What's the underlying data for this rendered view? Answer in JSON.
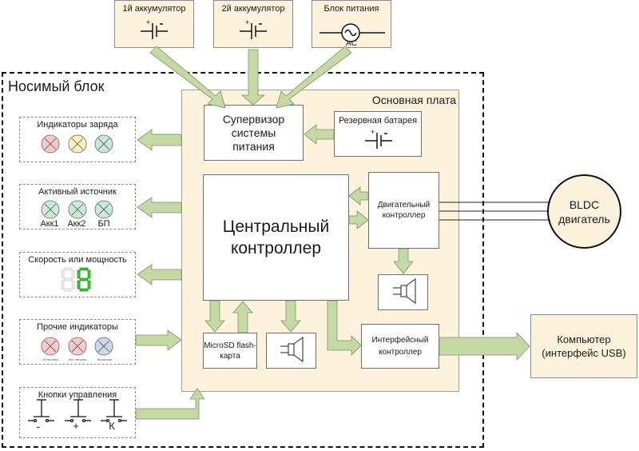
{
  "colors": {
    "beige": "#fdf3dc",
    "arrow_fill": "#c5d9a4",
    "arrow_stroke": "#7f8f6a",
    "lamp_red": "#f7c9c9",
    "lamp_yellow": "#fbf3bf",
    "lamp_green": "#c8ead6",
    "lamp_blue": "#ccd9ea",
    "segment_green": "#2ecc2e"
  },
  "sources": [
    {
      "label": "1й аккумулятор",
      "icon": "battery-icon"
    },
    {
      "label": "2й аккумулятор",
      "icon": "battery-icon"
    },
    {
      "label": "Блок питания",
      "icon": "ac-source-icon",
      "sublabel": "AC"
    }
  ],
  "wearable": {
    "title": "Носимый блок"
  },
  "main_board": {
    "title": "Основная плата",
    "supervisor": "Супервизор системы питания",
    "backup_battery": "Резервная батарея",
    "central": "Центральный контроллер",
    "motor_controller": "Двигательный контроллер",
    "microsd": "MicroSD flash-карта",
    "interface_controller": "Интерфейсный контроллер"
  },
  "panels": {
    "charge": {
      "title": "Индикаторы заряда"
    },
    "active_source": {
      "title": "Активный источник",
      "labels": [
        "Акк1",
        "Акк2",
        "БП"
      ]
    },
    "speed": {
      "title": "Скорость или мощность",
      "display_value": "8"
    },
    "other": {
      "title": "Прочие индикаторы",
      "labels": [
        "Остановка",
        "Нет питания",
        "Внимание"
      ]
    },
    "buttons": {
      "title": "Кнопки управления",
      "labels": [
        "-",
        "+",
        "К"
      ]
    }
  },
  "external": {
    "motor": "BLDC двигатель",
    "computer": "Компьютер (интерфейс USB)",
    "usb_label": "USB"
  }
}
